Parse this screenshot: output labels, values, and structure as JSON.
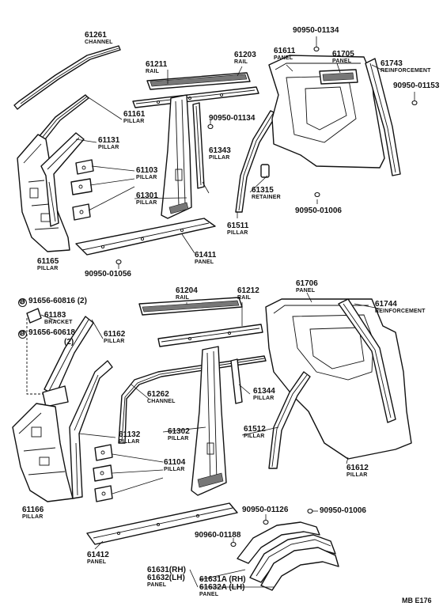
{
  "labels": {
    "p61261": {
      "num": "61261",
      "name": "CHANNEL"
    },
    "p61211": {
      "num": "61211",
      "name": "RAIL"
    },
    "p61203": {
      "num": "61203",
      "name": "RAIL"
    },
    "b_01134_top": {
      "num": "90950-01134"
    },
    "p61611": {
      "num": "61611",
      "name": "PANEL"
    },
    "p61705": {
      "num": "61705",
      "name": "PANEL"
    },
    "p61743": {
      "num": "61743",
      "name": "REINFORCEMENT"
    },
    "b_01153": {
      "num": "90950-01153"
    },
    "p61161": {
      "num": "61161",
      "name": "PILLAR"
    },
    "b_01134_mid": {
      "num": "90950-01134"
    },
    "p61131": {
      "num": "61131",
      "name": "PILLAR"
    },
    "p61343": {
      "num": "61343",
      "name": "PILLAR"
    },
    "p61103": {
      "num": "61103",
      "name": "PILLAR"
    },
    "p61315": {
      "num": "61315",
      "name": "RETAINER"
    },
    "p61301": {
      "num": "61301",
      "name": "PILLAR"
    },
    "b_01006_top": {
      "num": "90950-01006"
    },
    "p61511": {
      "num": "61511",
      "name": "PILLAR"
    },
    "p61165": {
      "num": "61165",
      "name": "PILLAR"
    },
    "p61411": {
      "num": "61411",
      "name": "PANEL"
    },
    "b_01056": {
      "num": "90950-01056"
    },
    "b_60816_a": {
      "num": "91656-60816 (2)",
      "mark": "B"
    },
    "p61183": {
      "num": "61183",
      "name": "BRACKET"
    },
    "b_60618": {
      "num": "91656-60618",
      "qty": "(2)",
      "mark": "B"
    },
    "p61204": {
      "num": "61204",
      "name": "RAIL"
    },
    "p61212": {
      "num": "61212",
      "name": "RAIL"
    },
    "p61706": {
      "num": "61706",
      "name": "PANEL"
    },
    "p61744": {
      "num": "61744",
      "name": "REINFORCEMENT"
    },
    "p61162": {
      "num": "61162",
      "name": "PILLAR"
    },
    "p61262": {
      "num": "61262",
      "name": "CHANNEL"
    },
    "p61344": {
      "num": "61344",
      "name": "PILLAR"
    },
    "p61132": {
      "num": "61132",
      "name": "PILLAR"
    },
    "p61302": {
      "num": "61302",
      "name": "PILLAR"
    },
    "p61512": {
      "num": "61512",
      "name": "PILLAR"
    },
    "p61104": {
      "num": "61104",
      "name": "PILLAR"
    },
    "p61612": {
      "num": "61612",
      "name": "PILLAR"
    },
    "p61166": {
      "num": "61166",
      "name": "PILLAR"
    },
    "b_01126": {
      "num": "90950-01126"
    },
    "b_01006_bot": {
      "num": "90950-01006"
    },
    "p61412": {
      "num": "61412",
      "name": "PANEL"
    },
    "b_01188": {
      "num": "90960-01188"
    },
    "p61631": {
      "num": "61631(RH)"
    },
    "p61632": {
      "num": "61632(LH)",
      "name": "PANEL"
    },
    "p61631A": {
      "num": "61631A (RH)"
    },
    "p61632A": {
      "num": "61632A (LH)",
      "name": "PANEL"
    }
  },
  "footer": {
    "code": "MB  E176"
  }
}
